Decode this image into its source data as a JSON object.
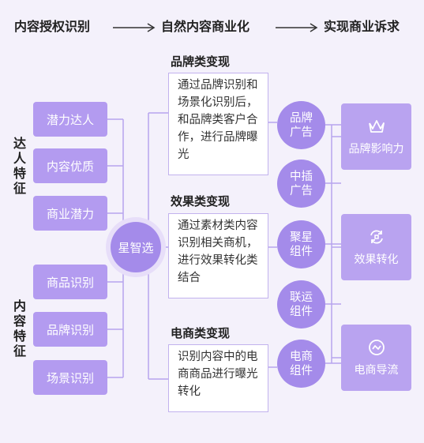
{
  "header": {
    "step1": "内容授权识别",
    "step2": "自然内容商业化",
    "step3": "实现商业诉求"
  },
  "left_groups": [
    {
      "label": "达人特征",
      "chars": [
        "达",
        "人",
        "特",
        "征"
      ],
      "items": [
        "潜力达人",
        "内容优质",
        "商业潜力"
      ]
    },
    {
      "label": "内容特征",
      "chars": [
        "内",
        "容",
        "特",
        "征"
      ],
      "items": [
        "商品识别",
        "品牌识别",
        "场景识别"
      ]
    }
  ],
  "hub": {
    "label": "星智选"
  },
  "sections": [
    {
      "title": "品牌类变现",
      "desc": "通过品牌识别和场景化识别后，和品牌类客户合作，进行品牌曝光"
    },
    {
      "title": "效果类变现",
      "desc": "通过素材类内容识别相关商机，进行效果转化类结合"
    },
    {
      "title": "电商类变现",
      "desc": "识别内容中的电商商品进行曝光转化"
    }
  ],
  "circles": [
    {
      "label": "品牌\n广告"
    },
    {
      "label": "中插\n广告"
    },
    {
      "label": "聚星\n组件"
    },
    {
      "label": "联运\n组件"
    },
    {
      "label": "电商\n组件"
    }
  ],
  "results": [
    {
      "label": "品牌影响力",
      "icon": "crown-icon"
    },
    {
      "label": "效果转化",
      "icon": "refresh-icon"
    },
    {
      "label": "电商导流",
      "icon": "wave-icon"
    }
  ],
  "colors": {
    "background": "#f4f1fb",
    "pill": "#b39bf0",
    "hub": "#a48bea",
    "result": "#b9a3f0",
    "line": "#b7a4ee"
  }
}
